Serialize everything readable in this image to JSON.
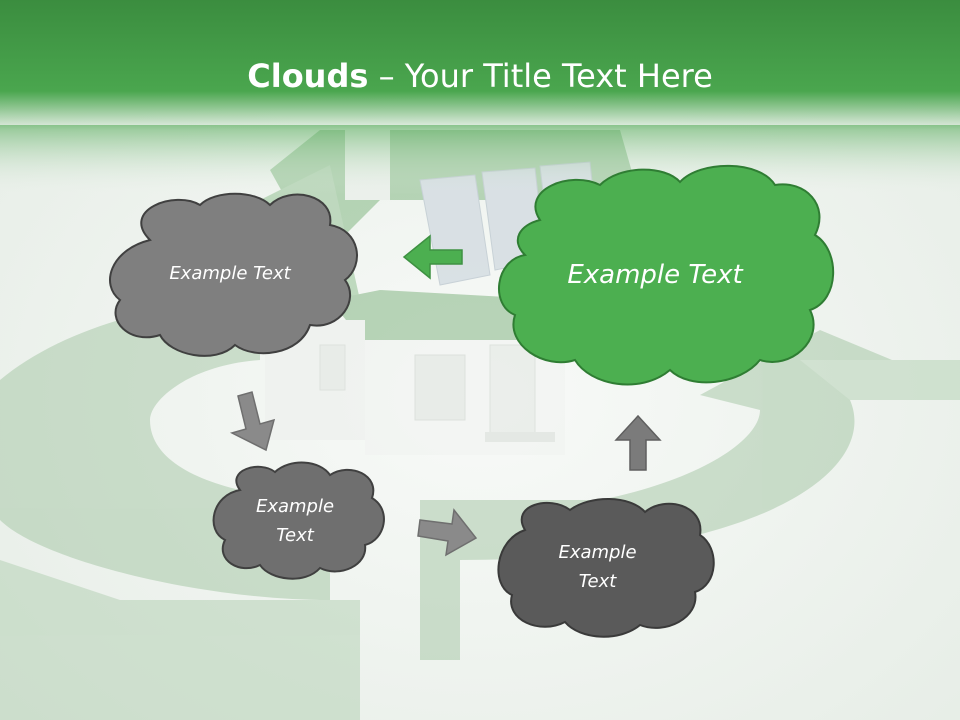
{
  "slide": {
    "title_bold": "Clouds",
    "title_separator": " – ",
    "title_rest": "Your Title Text Here"
  },
  "clouds": [
    {
      "label": "Example Text",
      "fill": "#7f7f7f"
    },
    {
      "label": "Example Text",
      "fill": "#4caf50"
    },
    {
      "line1": "Example",
      "line2": "Text",
      "fill": "#6f6f6f"
    },
    {
      "line1": "Example",
      "line2": "Text",
      "fill": "#5a5a5a"
    }
  ],
  "colors": {
    "header_green": "#3f9b44",
    "accent_green": "#4caf50",
    "arrow_grey": "#6d6d6d",
    "text_white": "#ffffff"
  },
  "icons": [
    "arrow-left-icon",
    "arrow-down-icon",
    "arrow-right-icon",
    "arrow-up-icon"
  ]
}
